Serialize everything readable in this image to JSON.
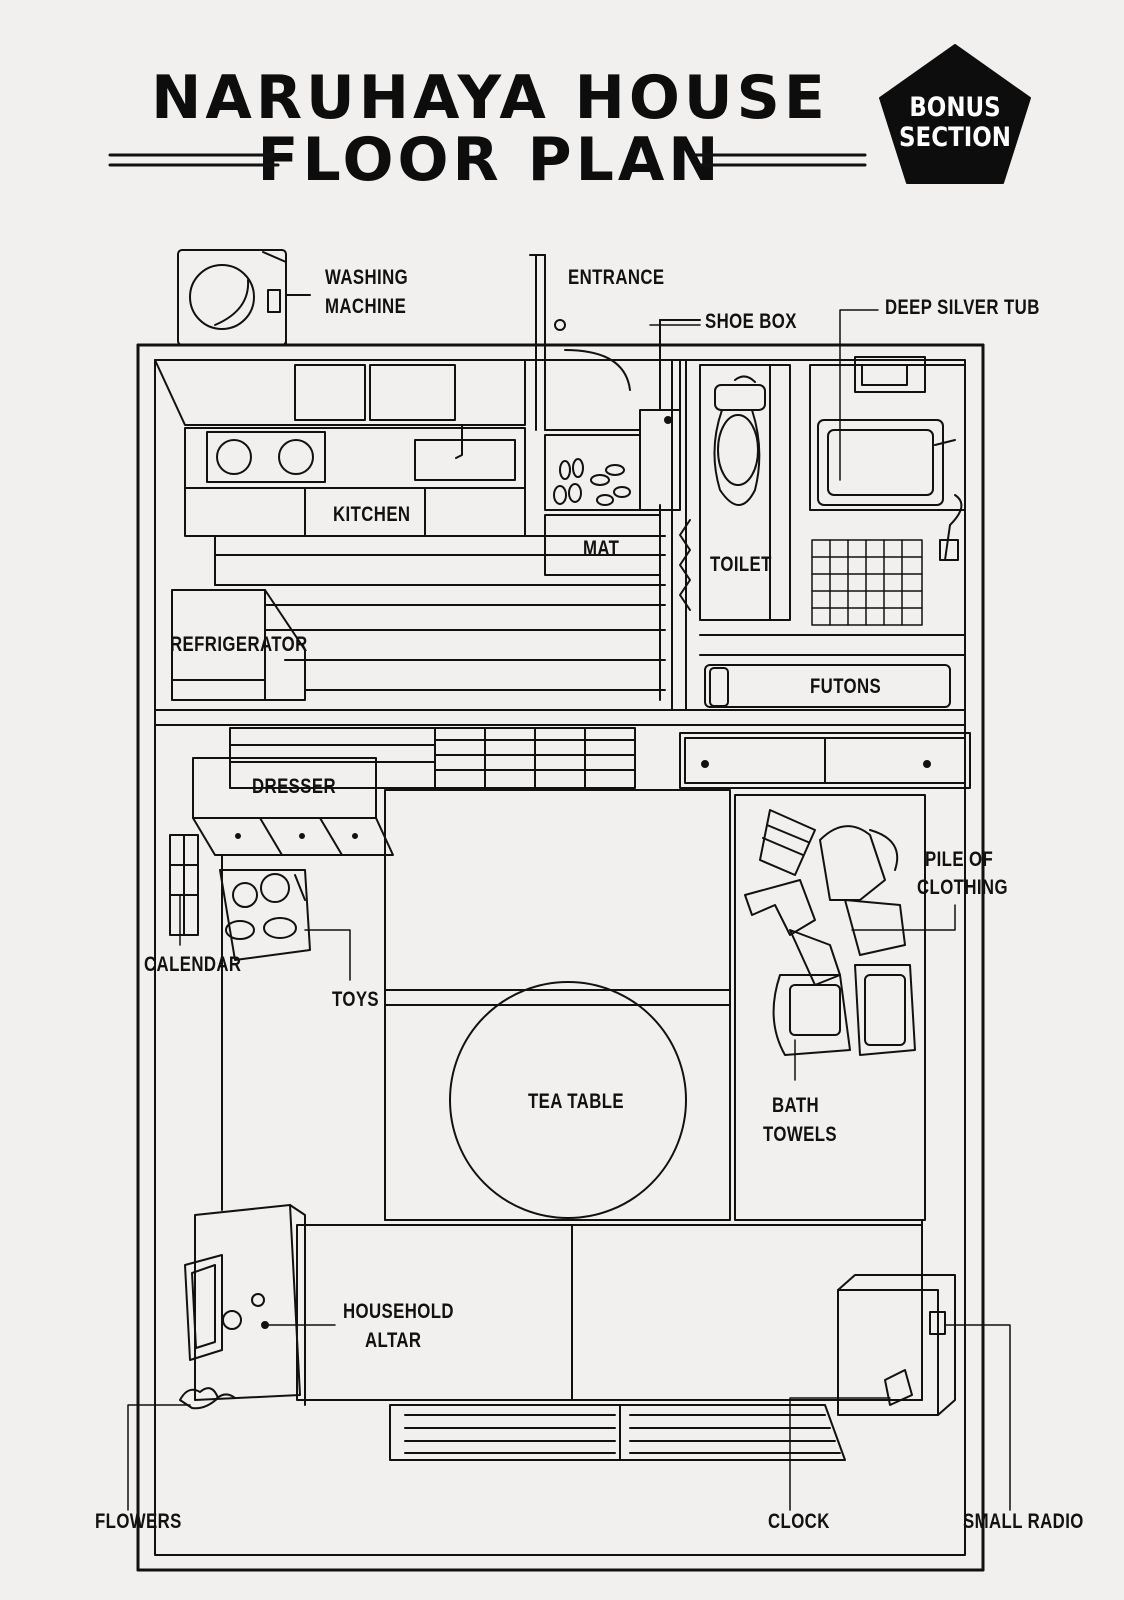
{
  "title": {
    "line1": "NARUHAYA HOUSE",
    "line2": "FLOOR PLAN"
  },
  "badge": {
    "line1": "BONUS",
    "line2": "SECTION"
  },
  "labels": {
    "washing_machine": [
      "WASHING",
      "MACHINE"
    ],
    "entrance": "ENTRANCE",
    "shoe_box": "SHOE BOX",
    "deep_silver_tub": "DEEP SILVER TUB",
    "kitchen": "KITCHEN",
    "mat": "MAT",
    "toilet": "TOILET",
    "refrigerator": "REFRIGERATOR",
    "futons": "FUTONS",
    "dresser": "DRESSER",
    "pile_of_clothing": [
      "PILE OF",
      "CLOTHING"
    ],
    "calendar": "CALENDAR",
    "toys": "TOYS",
    "tea_table": "TEA TABLE",
    "bath_towels": [
      "BATH",
      "TOWELS"
    ],
    "household_altar": [
      "HOUSEHOLD",
      "ALTAR"
    ],
    "flowers": "FLOWERS",
    "clock": "CLOCK",
    "small_radio": "SMALL RADIO"
  },
  "colors": {
    "ink": "#111111",
    "paper": "#f1f0ee",
    "badge": "#0d0d0d"
  }
}
